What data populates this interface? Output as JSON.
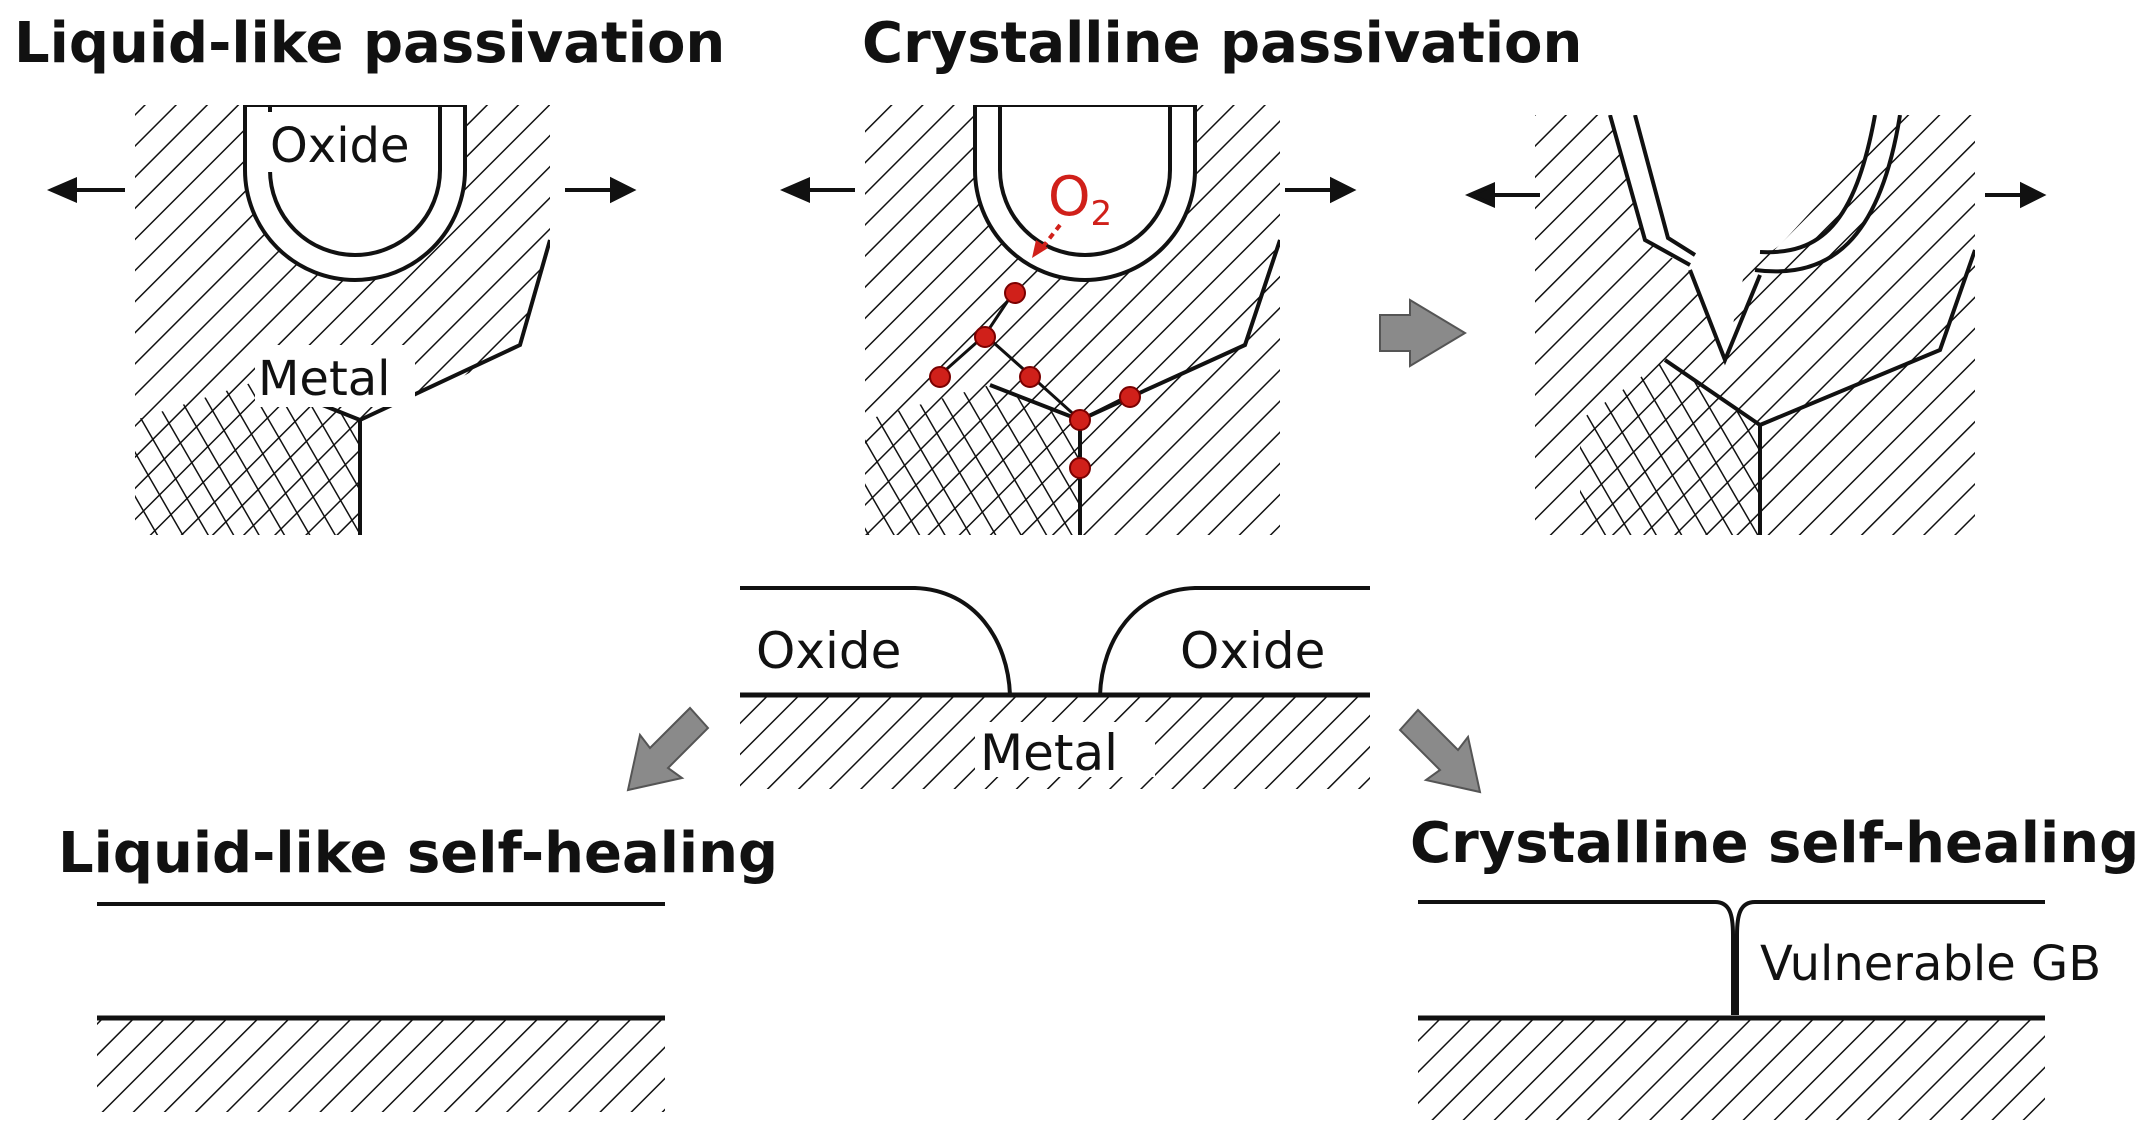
{
  "titles": {
    "liquid_passivation": "Liquid-like passivation",
    "crystalline_passivation": "Crystalline passivation",
    "liquid_self_healing": "Liquid-like self-healing",
    "crystalline_self_healing": "Crystalline self-healing"
  },
  "labels": {
    "oxide": "Oxide",
    "metal": "Metal",
    "o2_main": "O",
    "o2_sub": "2",
    "oxide_left": "Oxide",
    "oxide_right": "Oxide",
    "metal_center": "Metal",
    "vulnerable_gb": "Vulnerable GB"
  },
  "colors": {
    "line": "#111111",
    "oxygen": "#d0201a",
    "arrow_fill": "#8a8a8a"
  },
  "icons": {
    "tension_arrow": "left-right-arrow",
    "process_arrow": "block-arrow"
  }
}
